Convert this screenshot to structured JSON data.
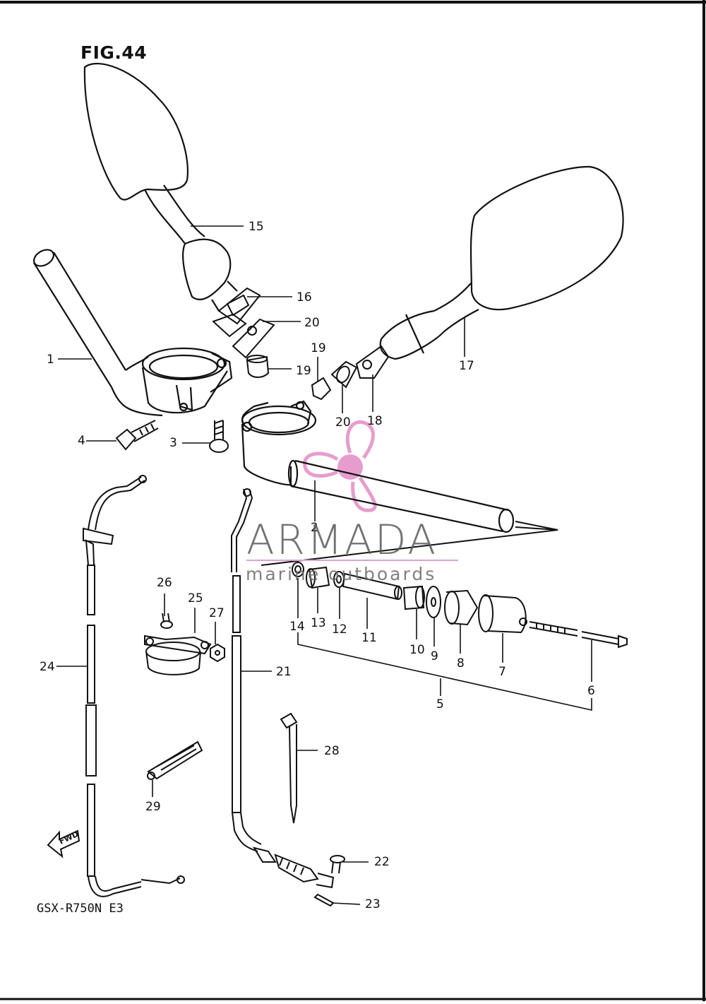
{
  "figure": {
    "title": "FIG.44",
    "model_label": "GSX-R750N E3",
    "fwd_label": "FWD"
  },
  "watermark": {
    "brand": "ARMADA",
    "tagline": "marine outboards",
    "logo_color": "#e493c8"
  },
  "callouts": [
    "1",
    "2",
    "3",
    "4",
    "5",
    "6",
    "7",
    "8",
    "9",
    "10",
    "11",
    "12",
    "13",
    "14",
    "15",
    "16",
    "17",
    "18",
    "19",
    "19",
    "20",
    "20",
    "21",
    "22",
    "23",
    "24",
    "25",
    "26",
    "27",
    "28",
    "29"
  ]
}
